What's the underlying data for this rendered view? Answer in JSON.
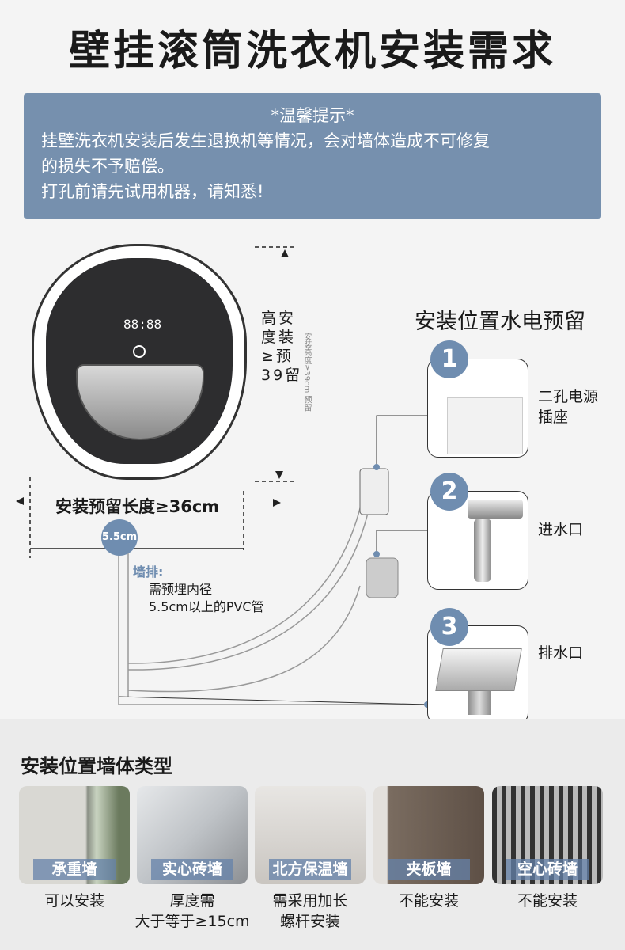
{
  "title": "壁挂滚筒洗衣机安装需求",
  "notice": {
    "heading": "*温馨提示*",
    "line1": "挂壁洗衣机安装后发生退换机等情况，会对墙体造成不可修复",
    "line2": "的损失不予赔偿。",
    "line3": "打孔前请先试用机器，请知悉!"
  },
  "washer": {
    "display": "88:88"
  },
  "height_label": {
    "col1": "高安",
    "col2": "度装",
    "col3": "≥预",
    "col4": "39留",
    "text": "安装高度≥39cm 预留"
  },
  "width_label": "安装预留长度≥36cm",
  "pipe_badge": "5.5cm",
  "drain_note": {
    "title": "墙排:",
    "line1": "需预埋内径",
    "line2": "5.5cm以上的PVC管"
  },
  "section_title": "安装位置水电预留",
  "items": [
    {
      "num": "1",
      "label1": "二孔电源",
      "label2": "插座"
    },
    {
      "num": "2",
      "label1": "进水口",
      "label2": ""
    },
    {
      "num": "3",
      "label1": "排水口",
      "label2": ""
    }
  ],
  "walls_title": "安装位置墙体类型",
  "walls": [
    {
      "tag": "承重墙",
      "cap1": "可以安装",
      "cap2": ""
    },
    {
      "tag": "实心砖墙",
      "cap1": "厚度需",
      "cap2": "大于等于≥15cm"
    },
    {
      "tag": "北方保温墙",
      "cap1": "需采用加长",
      "cap2": "螺杆安装"
    },
    {
      "tag": "夹板墙",
      "cap1": "不能安装",
      "cap2": ""
    },
    {
      "tag": "空心砖墙",
      "cap1": "不能安装",
      "cap2": ""
    }
  ],
  "colors": {
    "accent": "#7690ae",
    "badge": "#6f8db0"
  }
}
